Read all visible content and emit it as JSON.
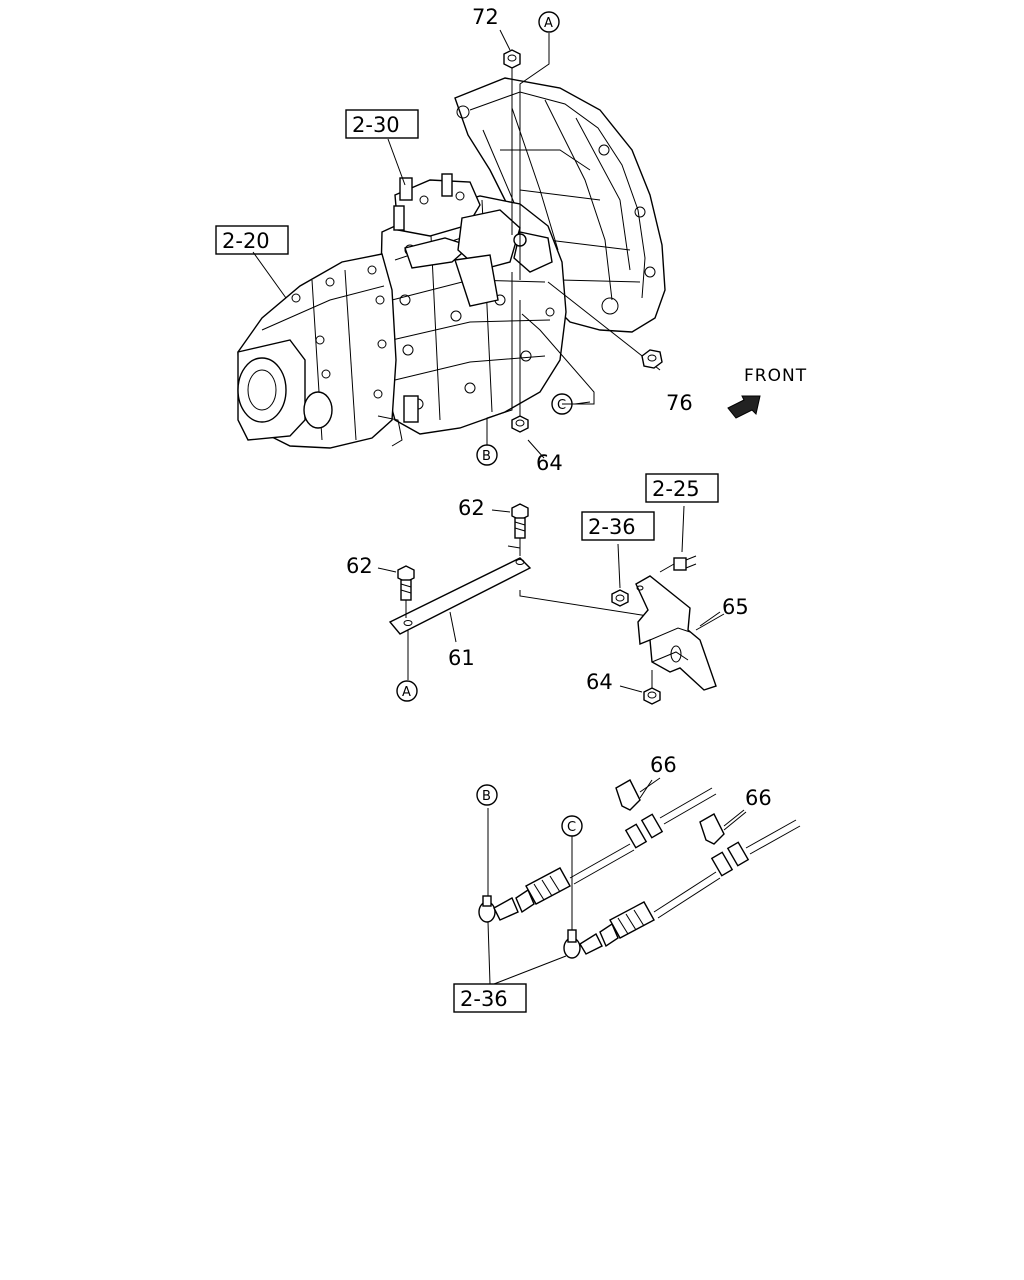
{
  "parts": {
    "nut_top": "72",
    "nut_right": "76",
    "nut_lower": "64",
    "bolt_a": "62",
    "bolt_b": "62",
    "plate": "61",
    "bracket": "65",
    "nut_bracket": "64",
    "clip_a": "66",
    "clip_b": "66"
  },
  "refs": {
    "shift_lever": "2-30",
    "transmission": "2-20",
    "stud": "2-25",
    "nut_ref": "2-36",
    "cable_ref": "2-36"
  },
  "markers": {
    "a_top": "A",
    "a_bottom": "A",
    "b_top": "B",
    "b_bottom": "B",
    "c_top": "C",
    "c_bottom": "C"
  },
  "direction": {
    "label": "FRONT"
  }
}
